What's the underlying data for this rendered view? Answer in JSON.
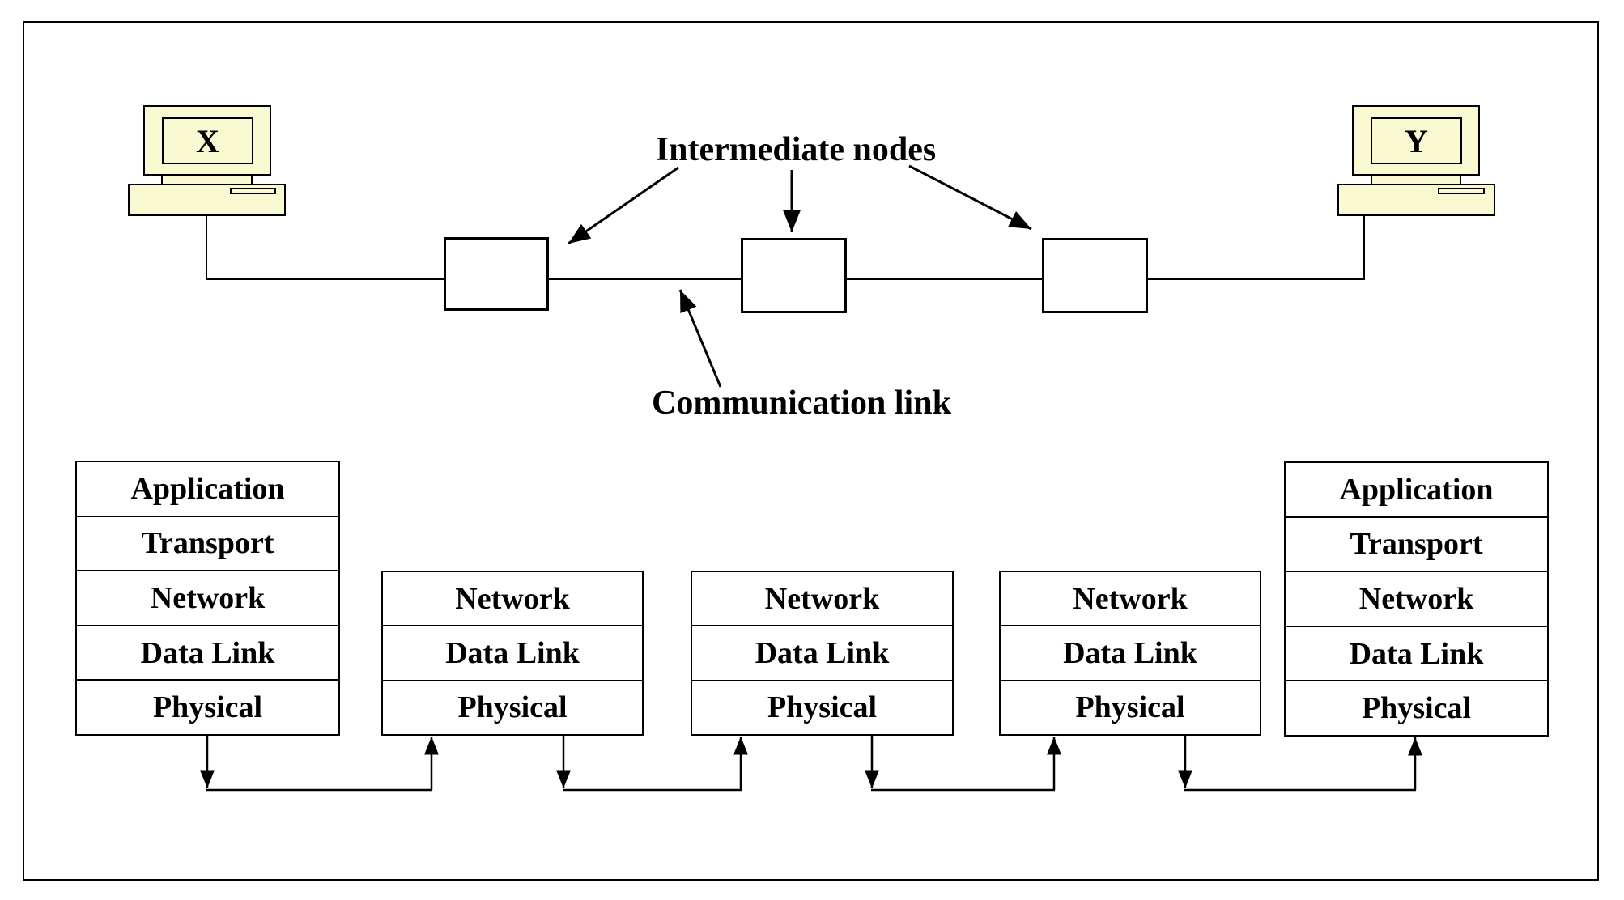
{
  "canvas": {
    "background_color": "#ffffff",
    "line_color": "#000000",
    "computer_fill_color": "#FAFAD2"
  },
  "computers": [
    {
      "label": "X"
    },
    {
      "label": "Y"
    }
  ],
  "annotations": {
    "intermediate_nodes": "Intermediate nodes",
    "communication_link": "Communication link"
  },
  "intermediate_node_count": 3,
  "stacks": [
    {
      "owner": "host-x",
      "layers": [
        "Application",
        "Transport",
        "Network",
        "Data Link",
        "Physical"
      ]
    },
    {
      "owner": "intermediate-node-1",
      "layers": [
        "Network",
        "Data Link",
        "Physical"
      ]
    },
    {
      "owner": "intermediate-node-2",
      "layers": [
        "Network",
        "Data Link",
        "Physical"
      ]
    },
    {
      "owner": "intermediate-node-3",
      "layers": [
        "Network",
        "Data Link",
        "Physical"
      ]
    },
    {
      "owner": "host-y",
      "layers": [
        "Application",
        "Transport",
        "Network",
        "Data Link",
        "Physical"
      ]
    }
  ]
}
